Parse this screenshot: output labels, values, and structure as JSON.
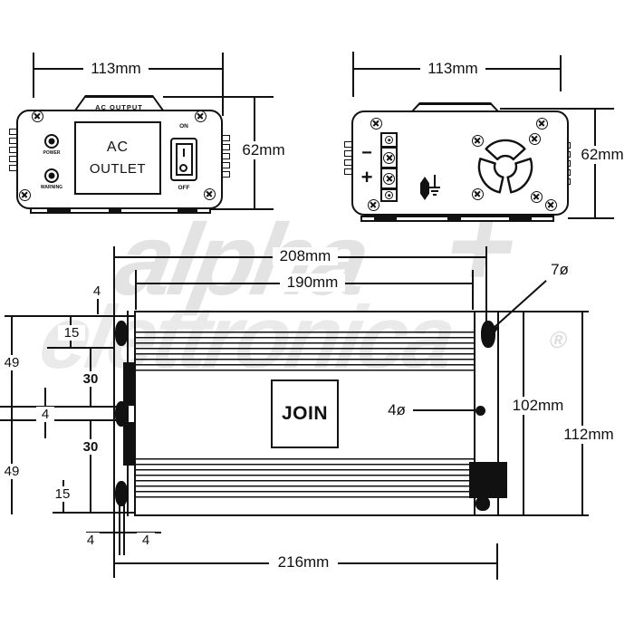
{
  "front_view": {
    "width_dim": "113mm",
    "height_dim": "62mm",
    "top_label": "AC  OUTPUT",
    "outlet_line1": "AC",
    "outlet_line2": "OUTLET",
    "led_power": "POWER",
    "led_warning": "WARNING",
    "switch_on": "ON",
    "switch_off": "OFF"
  },
  "rear_view": {
    "width_dim": "113mm",
    "height_dim": "62mm",
    "terminal_negative": "−",
    "terminal_positive": "+"
  },
  "top_view": {
    "brand": "JOIN",
    "dim_width_outer": "208mm",
    "dim_width_inner": "190mm",
    "dim_width_total": "216mm",
    "dim_height_inner": "102mm",
    "dim_height_total": "112mm",
    "hole_dia_large": "7ø",
    "hole_dia_small": "4ø",
    "left_dims": [
      "4",
      "15",
      "49",
      "30",
      "4",
      "30",
      "49",
      "15",
      "4",
      "4"
    ]
  },
  "watermark": {
    "word1": "alpha",
    "plus": "+",
    "word2": "elettronica",
    "registered": "®"
  }
}
